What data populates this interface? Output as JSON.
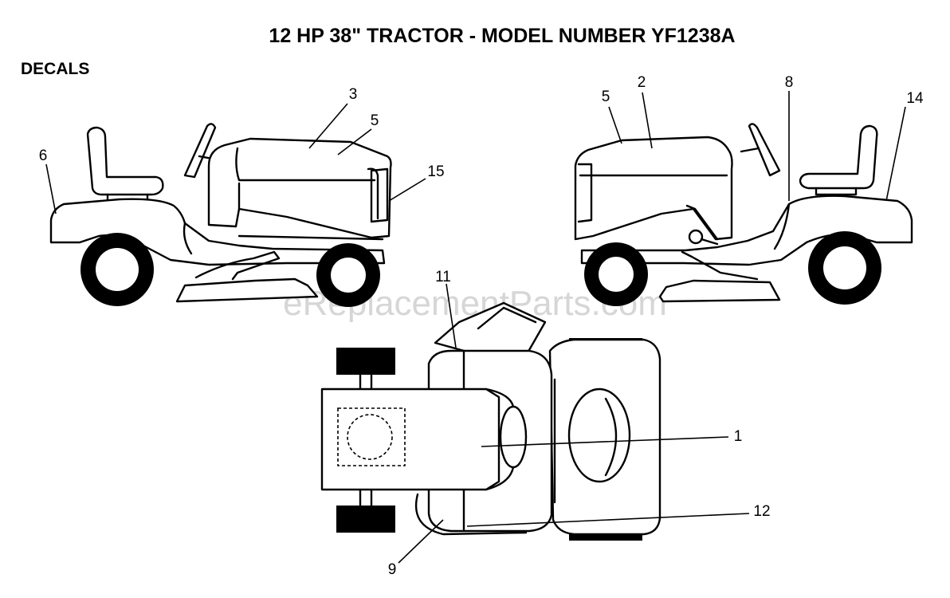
{
  "title": "12 HP 38\" TRACTOR - MODEL NUMBER YF1238A",
  "section_label": "DECALS",
  "watermark": "eReplacementParts.com",
  "callouts": {
    "c1": "1",
    "c2": "2",
    "c3": "3",
    "c5_left": "5",
    "c5_right": "5",
    "c6": "6",
    "c8": "8",
    "c9": "9",
    "c11": "11",
    "c12": "12",
    "c14": "14",
    "c15": "15"
  }
}
